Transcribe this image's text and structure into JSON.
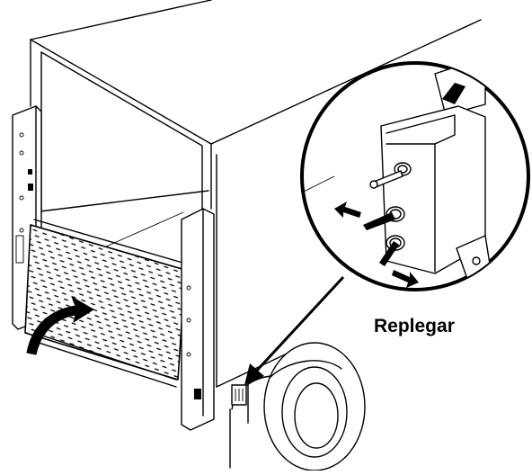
{
  "diagram": {
    "callout": {
      "label": "Replegar"
    },
    "colors": {
      "line": "#000000",
      "background": "#ffffff",
      "platform_fill": "#e6e6e6"
    },
    "icons": [
      "truck-body",
      "liftgate-platform",
      "control-box",
      "toggle-switch",
      "direction-arrow",
      "wheel"
    ]
  }
}
